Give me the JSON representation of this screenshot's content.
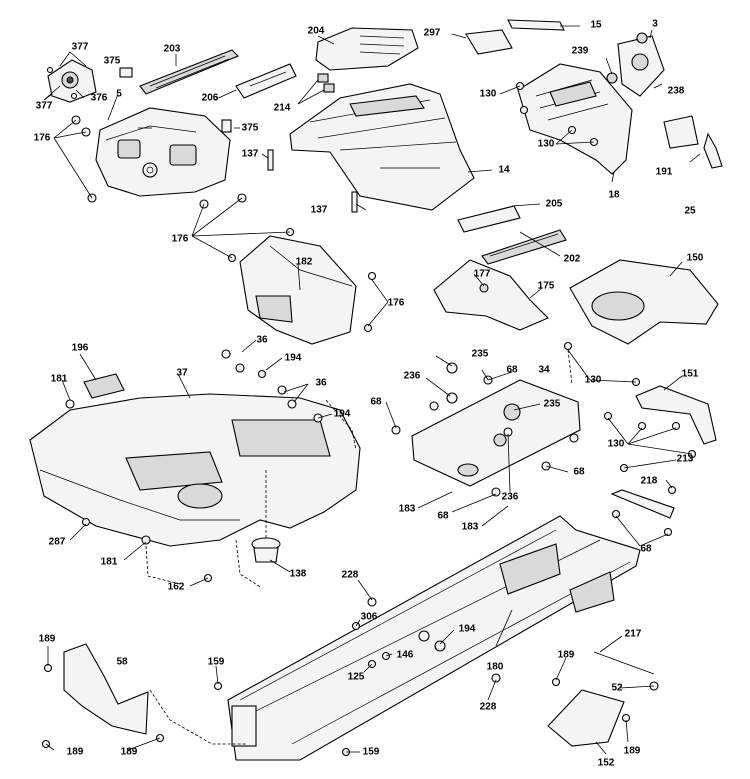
{
  "diagram": {
    "callouts": [
      {
        "id": "c377a",
        "text": "377"
      },
      {
        "id": "c375a",
        "text": "375"
      },
      {
        "id": "c203",
        "text": "203"
      },
      {
        "id": "c204",
        "text": "204"
      },
      {
        "id": "c297",
        "text": "297"
      },
      {
        "id": "c15",
        "text": "15"
      },
      {
        "id": "c3",
        "text": "3"
      },
      {
        "id": "c239",
        "text": "239"
      },
      {
        "id": "c377b",
        "text": "377"
      },
      {
        "id": "c376",
        "text": "376"
      },
      {
        "id": "c5",
        "text": "5"
      },
      {
        "id": "c206",
        "text": "206"
      },
      {
        "id": "c214",
        "text": "214"
      },
      {
        "id": "c238",
        "text": "238"
      },
      {
        "id": "c130a",
        "text": "130"
      },
      {
        "id": "c176a",
        "text": "176"
      },
      {
        "id": "c375b",
        "text": "375"
      },
      {
        "id": "c130b",
        "text": "130"
      },
      {
        "id": "c137a",
        "text": "137"
      },
      {
        "id": "c191",
        "text": "191"
      },
      {
        "id": "c14",
        "text": "14"
      },
      {
        "id": "c18",
        "text": "18"
      },
      {
        "id": "c25",
        "text": "25"
      },
      {
        "id": "c137b",
        "text": "137"
      },
      {
        "id": "c205",
        "text": "205"
      },
      {
        "id": "c176b",
        "text": "176"
      },
      {
        "id": "c202",
        "text": "202"
      },
      {
        "id": "c182",
        "text": "182"
      },
      {
        "id": "c150",
        "text": "150"
      },
      {
        "id": "c177",
        "text": "177"
      },
      {
        "id": "c175",
        "text": "175"
      },
      {
        "id": "c176c",
        "text": "176"
      },
      {
        "id": "c196",
        "text": "196"
      },
      {
        "id": "c36a",
        "text": "36"
      },
      {
        "id": "c194a",
        "text": "194"
      },
      {
        "id": "c235a",
        "text": "235"
      },
      {
        "id": "c37",
        "text": "37"
      },
      {
        "id": "c181a",
        "text": "181"
      },
      {
        "id": "c36b",
        "text": "36"
      },
      {
        "id": "c236a",
        "text": "236"
      },
      {
        "id": "c68a",
        "text": "68"
      },
      {
        "id": "c34",
        "text": "34"
      },
      {
        "id": "c130c",
        "text": "130"
      },
      {
        "id": "c151",
        "text": "151"
      },
      {
        "id": "c194b",
        "text": "194"
      },
      {
        "id": "c68b",
        "text": "68"
      },
      {
        "id": "c235b",
        "text": "235"
      },
      {
        "id": "c130d",
        "text": "130"
      },
      {
        "id": "c68c",
        "text": "68"
      },
      {
        "id": "c213",
        "text": "213"
      },
      {
        "id": "c236b",
        "text": "236"
      },
      {
        "id": "c218",
        "text": "218"
      },
      {
        "id": "c183a",
        "text": "183"
      },
      {
        "id": "c68d",
        "text": "68"
      },
      {
        "id": "c183b",
        "text": "183"
      },
      {
        "id": "c287",
        "text": "287"
      },
      {
        "id": "c68e",
        "text": "68"
      },
      {
        "id": "c181b",
        "text": "181"
      },
      {
        "id": "c138",
        "text": "138"
      },
      {
        "id": "c228a",
        "text": "228"
      },
      {
        "id": "c162",
        "text": "162"
      },
      {
        "id": "c306",
        "text": "306"
      },
      {
        "id": "c194c",
        "text": "194"
      },
      {
        "id": "c217",
        "text": "217"
      },
      {
        "id": "c189a",
        "text": "189"
      },
      {
        "id": "c58",
        "text": "58"
      },
      {
        "id": "c159a",
        "text": "159"
      },
      {
        "id": "c146",
        "text": "146"
      },
      {
        "id": "c180",
        "text": "180"
      },
      {
        "id": "c189b",
        "text": "189"
      },
      {
        "id": "c125",
        "text": "125"
      },
      {
        "id": "c52",
        "text": "52"
      },
      {
        "id": "c228b",
        "text": "228"
      },
      {
        "id": "c189c",
        "text": "189"
      },
      {
        "id": "c189d",
        "text": "189"
      },
      {
        "id": "c159b",
        "text": "159"
      },
      {
        "id": "c189e",
        "text": "189"
      },
      {
        "id": "c152",
        "text": "152"
      }
    ]
  }
}
